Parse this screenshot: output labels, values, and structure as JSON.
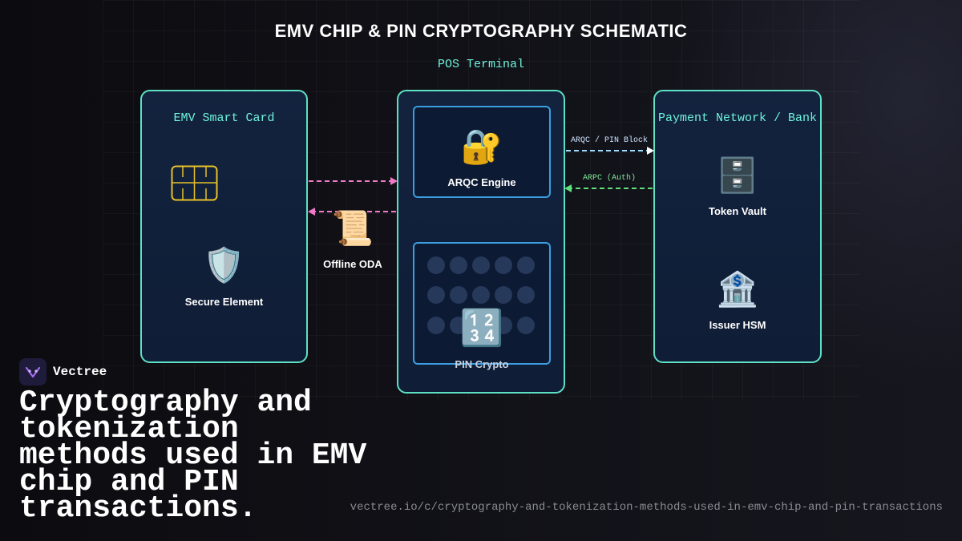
{
  "title": "EMV CHIP & PIN CRYPTOGRAPHY SCHEMATIC",
  "pos_terminal_label": "POS Terminal",
  "card": {
    "title": "EMV Smart Card",
    "secure_element": "Secure Element",
    "chip_icon": "chip-icon",
    "shield_icon": "🛡️"
  },
  "oda": {
    "label": "Offline ODA",
    "icon": "📜"
  },
  "terminal": {
    "arqc_engine": "ARQC Engine",
    "arqc_icon": "🔐",
    "pin_crypto": "PIN Crypto",
    "pin_icon": "🔢"
  },
  "bank": {
    "title": "Payment Network / Bank",
    "token_vault": "Token Vault",
    "token_icon": "🗄️",
    "issuer_hsm": "Issuer HSM",
    "hsm_icon": "🏦"
  },
  "arrows": {
    "arqc_pin_block": "ARQC / PIN Block",
    "arpc_auth": "ARPC (Auth)"
  },
  "brand": {
    "name": "Vectree",
    "headline": "Cryptography and tokenization methods used in EMV chip and PIN transactions.",
    "url": "vectree.io/c/cryptography-and-tokenization-methods-used-in-emv-chip-and-pin-transactions"
  },
  "colors": {
    "panel_border": "#5fe0c4",
    "inner_border": "#3a9ee0",
    "pink_arrow": "#f07ac8",
    "blue_arrow": "#9cdcff",
    "green_arrow": "#5ee07a",
    "chip": "#e8c12a"
  }
}
